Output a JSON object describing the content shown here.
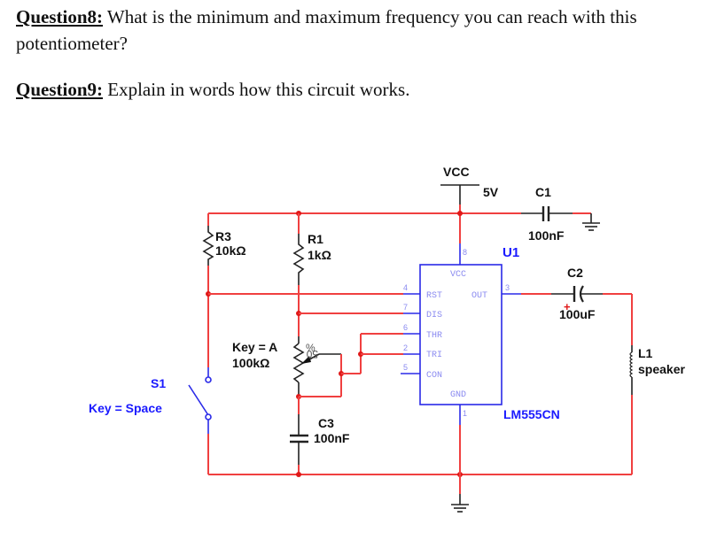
{
  "questions": [
    {
      "label": "Question8:",
      "text": " What is the minimum and maximum frequency you can reach with this potentiometer?"
    },
    {
      "label": "Question9:",
      "text": " Explain in words how this circuit works."
    }
  ],
  "circuit": {
    "vcc": {
      "name": "VCC",
      "voltage": "5V"
    },
    "c1": {
      "name": "C1",
      "value": "100nF"
    },
    "r3": {
      "name": "R3",
      "value": "10kΩ"
    },
    "r1": {
      "name": "R1",
      "value": "1kΩ"
    },
    "pot": {
      "key": "Key = A",
      "value": "100kΩ",
      "setting": "50",
      "percent": "%"
    },
    "s1": {
      "name": "S1",
      "key": "Key = Space"
    },
    "c3": {
      "name": "C3",
      "value": "100nF"
    },
    "c2": {
      "name": "C2",
      "value": "100uF",
      "polarity": "+"
    },
    "l1": {
      "name": "L1",
      "value": "speaker"
    },
    "u1": {
      "name": "U1",
      "part": "LM555CN",
      "pins": {
        "vcc": {
          "label": "VCC",
          "num": "8"
        },
        "rst": {
          "label": "RST",
          "num": "4"
        },
        "dis": {
          "label": "DIS",
          "num": "7"
        },
        "thr": {
          "label": "THR",
          "num": "6"
        },
        "tri": {
          "label": "TRI",
          "num": "2"
        },
        "con": {
          "label": "CON",
          "num": "5"
        },
        "out": {
          "label": "OUT",
          "num": "3"
        },
        "gnd": {
          "label": "GND",
          "num": "1"
        }
      }
    }
  }
}
